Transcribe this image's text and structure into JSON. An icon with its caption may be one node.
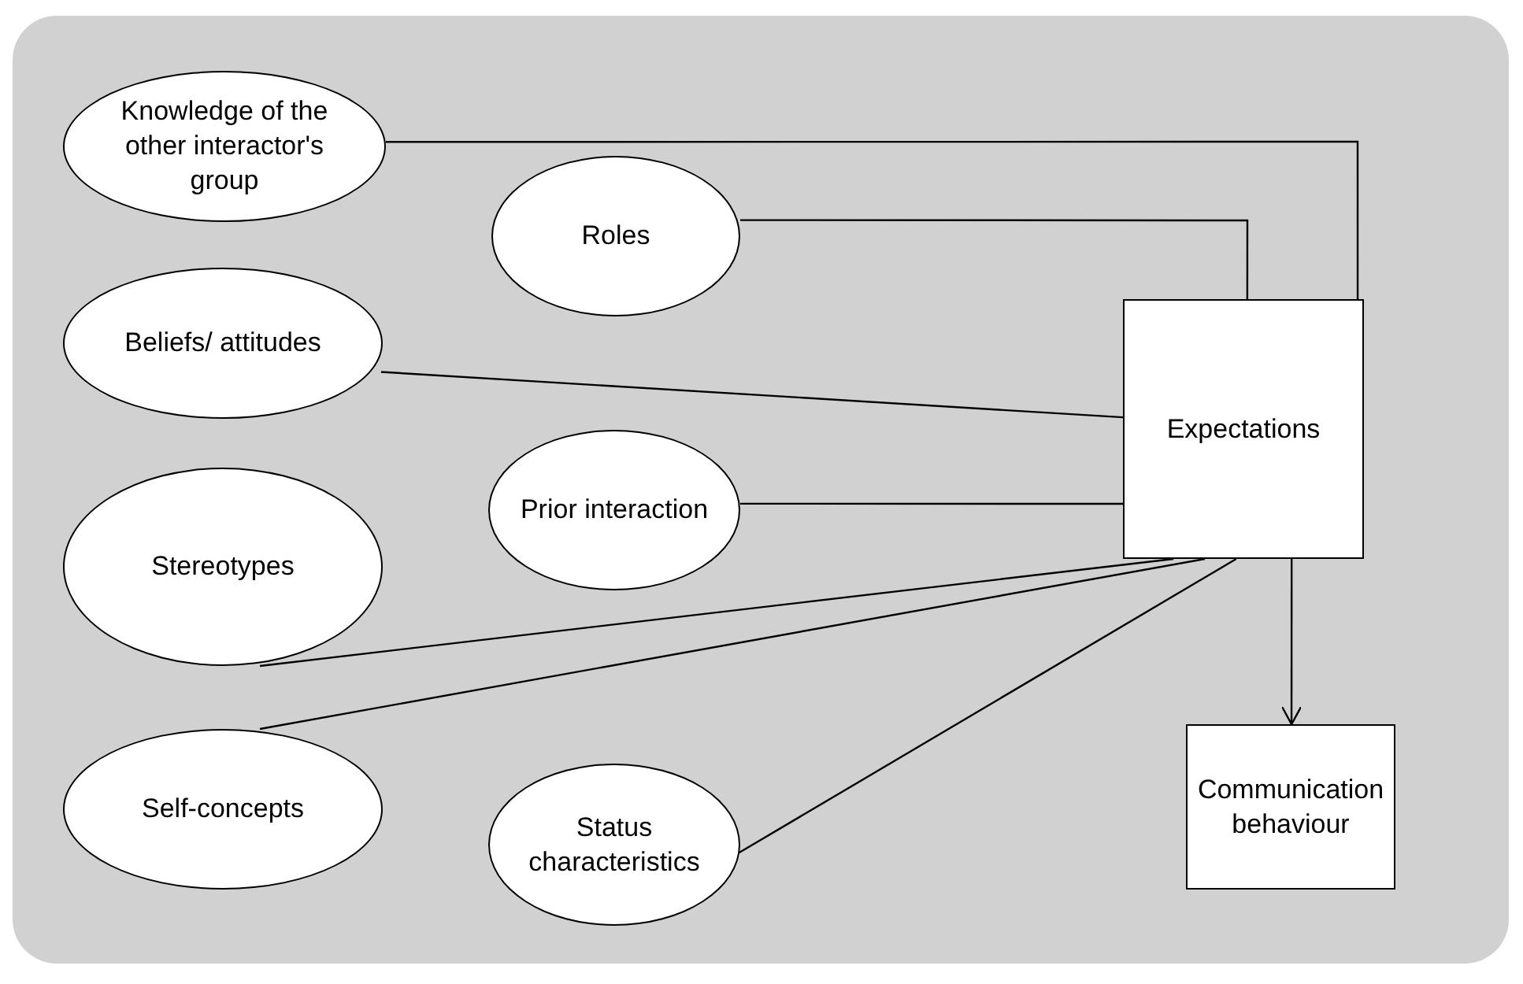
{
  "diagram": {
    "nodes": [
      {
        "text": [
          "Knowledge of the other interactor's group"
        ]
      },
      {
        "text": [
          "Roles"
        ]
      },
      {
        "text": [
          "Beliefs/ attitudes"
        ]
      },
      {
        "text": [
          "Prior interaction"
        ]
      },
      {
        "text": [
          "Stereotypes"
        ]
      },
      {
        "text": [
          "Self-concepts"
        ]
      },
      {
        "text": [
          "Status characteristics"
        ]
      },
      {
        "text": [
          "Expectations"
        ]
      },
      {
        "text": [
          "Communication behaviour"
        ]
      }
    ],
    "edges": [
      {
        "from": 0,
        "to": 7,
        "arrow": "none"
      },
      {
        "from": 1,
        "to": 7,
        "arrow": "none"
      },
      {
        "from": 2,
        "to": 7,
        "arrow": "none"
      },
      {
        "from": 3,
        "to": 7,
        "arrow": "none"
      },
      {
        "from": 4,
        "to": 7,
        "arrow": "none"
      },
      {
        "from": 5,
        "to": 7,
        "arrow": "none"
      },
      {
        "from": 6,
        "to": 7,
        "arrow": "none"
      },
      {
        "from": 7,
        "to": 8,
        "arrow": "to"
      }
    ]
  }
}
